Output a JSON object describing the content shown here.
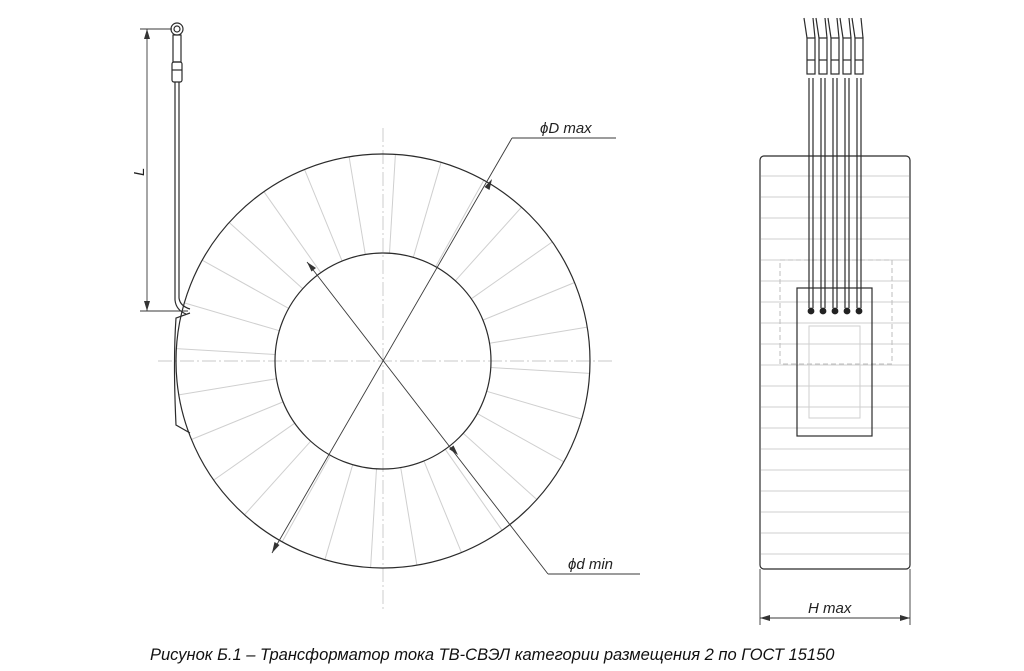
{
  "labels": {
    "dim_D": "ϕD max",
    "dim_d": "ϕd min",
    "dim_L": "L",
    "dim_H": "H max"
  },
  "caption": "Рисунок Б.1 – Трансформатор тока ТВ-СВЭЛ категории размещения 2 по ГОСТ 15150"
}
